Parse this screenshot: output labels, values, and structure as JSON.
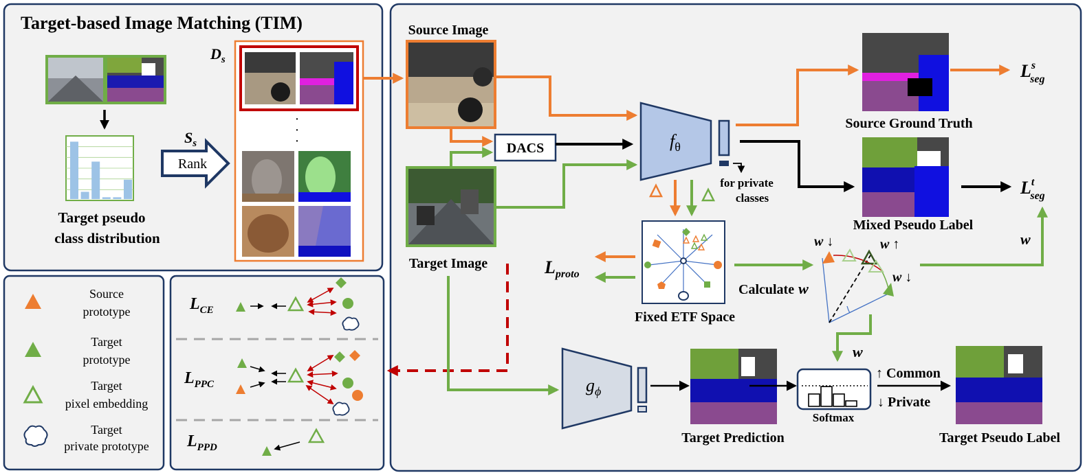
{
  "tim": {
    "title": "Target-based Image Matching (TIM)",
    "ds_label": "D",
    "ds_sub": "s",
    "ss_label": "S",
    "ss_sub": "s",
    "rank_label": "Rank",
    "ellipsis": "·",
    "distribution_label_line1": "Target pseudo",
    "distribution_label_line2": "class distribution",
    "histogram_values": [
      0.95,
      0.12,
      0.62,
      0.03,
      0.03,
      0.32
    ]
  },
  "main": {
    "source_image_label": "Source Image",
    "target_image_label": "Target Image",
    "dacs_label": "DACS",
    "f_theta_label": "f",
    "f_theta_sub": "θ",
    "g_phi_label": "g",
    "g_phi_sub": "ϕ",
    "private_classes_line1": "for private",
    "private_classes_line2": "classes",
    "etf_label": "Fixed ETF Space",
    "l_proto_main": "L",
    "l_proto_sub": "proto",
    "calculate_w_label": "Calculate",
    "w_symbol": "w",
    "w_down_1": "w ↓",
    "w_up": "w ↑",
    "w_down_2": "w ↓",
    "w_after_weight": "w",
    "w_right": "w",
    "source_gt_label": "Source Ground Truth",
    "mixed_pseudo_label": "Mixed Pseudo Label",
    "l_seg_s_main": "L",
    "l_seg_s_sup": "s",
    "l_seg_s_sub": "seg",
    "l_seg_t_main": "L",
    "l_seg_t_sup": "t",
    "l_seg_t_sub": "seg",
    "target_prediction_label": "Target Prediction",
    "softmax_label": "Softmax",
    "common_label": "↑ Common",
    "private_label": "↓ Private",
    "target_pseudo_label": "Target Pseudo Label",
    "softmax_bars": [
      0.45,
      0.72,
      0.45,
      0.2
    ]
  },
  "legend": {
    "source_prototype_line1": "Source",
    "source_prototype_line2": "prototype",
    "target_prototype_line1": "Target",
    "target_prototype_line2": "prototype",
    "target_pixel_line1": "Target",
    "target_pixel_line2": "pixel embedding",
    "target_private_line1": "Target",
    "target_private_line2": "private prototype"
  },
  "losses": {
    "l_ce_main": "L",
    "l_ce_sub": "CE",
    "l_ppc_main": "L",
    "l_ppc_sub": "PPC",
    "l_ppd_main": "L",
    "l_ppd_sub": "PPD"
  },
  "colors": {
    "source": "#ED7D31",
    "target": "#70AD47",
    "navy": "#1F3864",
    "red": "#C00000",
    "panel": "#F2F2F2",
    "network": "#B4C7E7",
    "network2": "#D6DCE5",
    "hist_bar": "#9DC3E6"
  }
}
